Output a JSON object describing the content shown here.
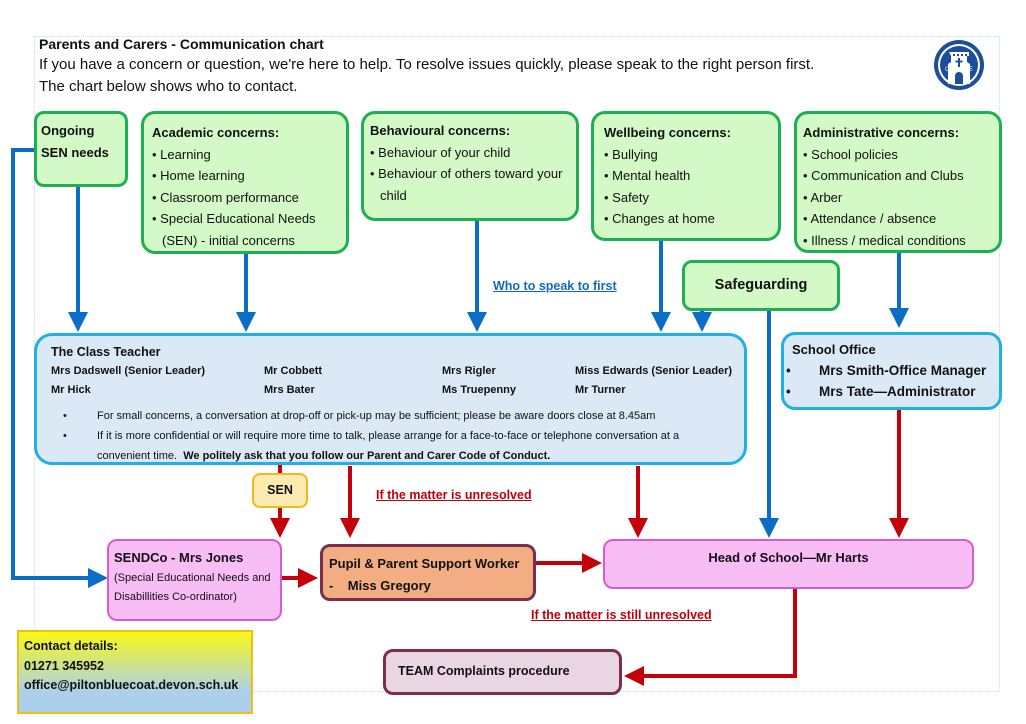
{
  "header": {
    "title": "Parents and Carers - Communication chart",
    "intro_line1": "If you have a concern or question, we're here to help. To resolve issues quickly, please speak to the right person first.",
    "intro_line2": "The chart below shows who to contact.",
    "logo": "school-crest-icon"
  },
  "concerns": {
    "ongoing_sen": {
      "line1": "Ongoing",
      "line2": "SEN needs"
    },
    "academic": {
      "heading": "Academic concerns:",
      "items": [
        "Learning",
        "Home learning",
        "Classroom performance",
        "Special Educational Needs"
      ],
      "continuation": "(SEN) - initial concerns"
    },
    "behavioural": {
      "heading": "Behavioural concerns:",
      "items": [
        "Behaviour of your child",
        "Behaviour of others toward your"
      ],
      "continuation": "child"
    },
    "wellbeing": {
      "heading": "Wellbeing concerns:",
      "items": [
        "Bullying",
        "Mental health",
        "Safety",
        "Changes at home"
      ]
    },
    "administrative": {
      "heading": "Administrative concerns:",
      "items": [
        "School policies",
        "Communication and Clubs",
        "Arber",
        "Attendance / absence",
        "Illness / medical conditions"
      ]
    },
    "safeguarding": "Safeguarding"
  },
  "labels": {
    "who_first": "Who to speak to first",
    "unresolved": "If the matter is unresolved",
    "still_unresolved": "If the matter is still unresolved",
    "sen": "SEN"
  },
  "class_teacher": {
    "heading": "The Class Teacher",
    "staff": [
      "Mrs Dadswell (Senior Leader)",
      "Mr Cobbett",
      "Mrs Rigler",
      "Miss Edwards (Senior Leader)",
      "Mr Hick",
      "Mrs Bater",
      "Ms Truepenny",
      "Mr Turner"
    ],
    "bullet1": "For small concerns, a conversation at drop-off or pick-up may be sufficient; please be aware doors close at 8.45am",
    "bullet2_line1": "If it is more confidential or will require more time to talk, please arrange for a face-to-face or telephone conversation at a",
    "bullet2_line2_plain": "convenient time.",
    "bullet2_line2_bold": "We politely ask that you follow our Parent and Carer Code of Conduct."
  },
  "school_office": {
    "heading": "School Office",
    "staff": [
      "Mrs Smith-Office Manager",
      "Mrs Tate—Administrator"
    ]
  },
  "sendco": {
    "heading": "SENDCo - Mrs Jones",
    "line1": "(Special Educational Needs and",
    "line2": "Disabillities Co-ordinator)"
  },
  "support_worker": {
    "heading": "Pupil & Parent Support Worker",
    "name": "-    Miss Gregory"
  },
  "head_of_school": "Head of School—Mr Harts",
  "complaints": "TEAM Complaints procedure",
  "contact": {
    "heading": "Contact details:",
    "phone": "01271 345952",
    "email": "office@piltonbluecoat.devon.sch.uk"
  },
  "colors": {
    "blue_arrow": "#0a6ec8",
    "red_arrow": "#c4000a",
    "green_border": "#1fae52",
    "green_fill": "#d3f9c6",
    "teacher_border": "#1fb1e6",
    "teacher_fill": "#dbe9f6"
  }
}
